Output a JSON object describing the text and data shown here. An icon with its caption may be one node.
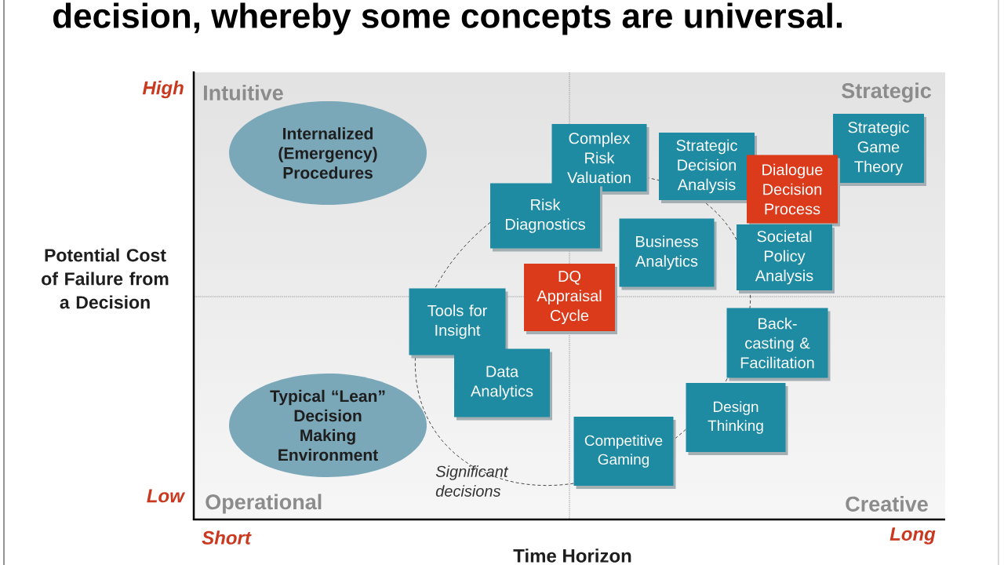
{
  "diagram": {
    "title": "decision, whereby some concepts are universal.",
    "nodes": [
      {
        "text": [
          "Internalized (Emergency) Procedures"
        ]
      },
      {
        "text": [
          "Complex Risk Valuation"
        ]
      },
      {
        "text": [
          "Strategic Decision Analysis"
        ]
      },
      {
        "text": [
          "Strategic Game Theory"
        ]
      },
      {
        "text": [
          "Dialogue Decision Process"
        ]
      },
      {
        "text": [
          "Risk Diagnostics"
        ]
      },
      {
        "text": [
          "Business Analytics"
        ]
      },
      {
        "text": [
          "Societal Policy Analysis"
        ]
      },
      {
        "text": [
          "DQ Appraisal Cycle"
        ]
      },
      {
        "text": [
          "Tools for Insight"
        ]
      },
      {
        "text": [
          "Back- casting & Facilitation"
        ]
      },
      {
        "text": [
          "Data Analytics"
        ]
      },
      {
        "text": [
          "Typical “Lean” Decision Making Environment"
        ]
      },
      {
        "text": [
          "Design Thinking"
        ]
      },
      {
        "text": [
          "Competitive Gaming"
        ]
      }
    ],
    "labels": [
      "High",
      "Intuitive",
      "Strategic",
      "Potential Cost of Failure from a Decision",
      "Significant decisions",
      "Low",
      "Operational",
      "Creative",
      "Short",
      "Long",
      "Time Horizon"
    ]
  }
}
